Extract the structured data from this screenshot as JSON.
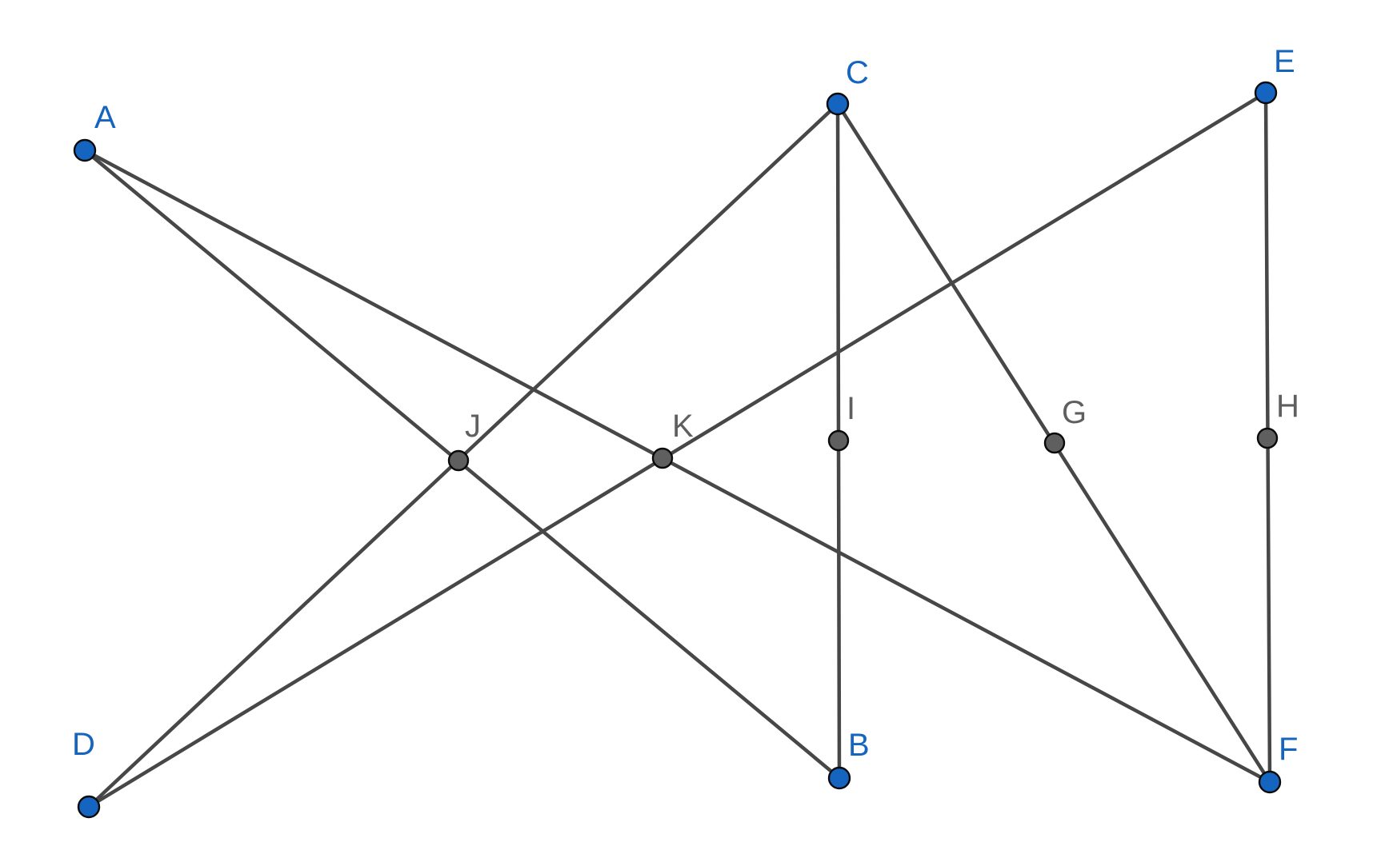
{
  "diagram": {
    "colors": {
      "segment": "#474747",
      "free_point": "#1565c0",
      "dependent_point": "#5f5f5f",
      "label_free": "#1565c0",
      "label_dependent": "#5f5f5f"
    },
    "points": [
      {
        "id": "A",
        "label": "A",
        "kind": "free"
      },
      {
        "id": "B",
        "label": "B",
        "kind": "free"
      },
      {
        "id": "C",
        "label": "C",
        "kind": "free"
      },
      {
        "id": "D",
        "label": "D",
        "kind": "free"
      },
      {
        "id": "E",
        "label": "E",
        "kind": "free"
      },
      {
        "id": "F",
        "label": "F",
        "kind": "free"
      },
      {
        "id": "G",
        "label": "G",
        "kind": "dependent"
      },
      {
        "id": "H",
        "label": "H",
        "kind": "dependent"
      },
      {
        "id": "I",
        "label": "I",
        "kind": "dependent"
      },
      {
        "id": "J",
        "label": "J",
        "kind": "dependent"
      },
      {
        "id": "K",
        "label": "K",
        "kind": "dependent"
      }
    ],
    "segments": [
      [
        "A",
        "B"
      ],
      [
        "A",
        "F"
      ],
      [
        "C",
        "D"
      ],
      [
        "C",
        "B"
      ],
      [
        "C",
        "F"
      ],
      [
        "E",
        "D"
      ],
      [
        "E",
        "F"
      ]
    ]
  }
}
